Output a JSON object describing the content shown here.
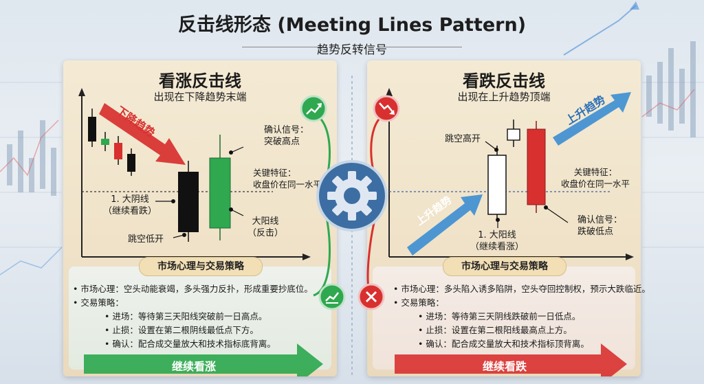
{
  "title": "反击线形态 (Meeting Lines Pattern)",
  "subtitle": "趋势反转信号",
  "left_panel": {
    "title": "看涨反击线",
    "subtitle": "出现在下降趋势末端",
    "trend_label": "下降趋势",
    "confirm_label": "确认信号：\n突破高点",
    "key_label": "关键特征：\n收盘价在同一水平",
    "candle1_label": "1. 大阴线\n（继续看跌）",
    "big_yang_label": "大阳线\n（反击）",
    "gap_label": "跳空低开",
    "box": {
      "heading": "市场心理与交易策略",
      "psychology": "• 市场心理：空头动能衰竭，多头强力反扑，形成重要抄底位。",
      "strategy_title": "• 交易策略：",
      "entry": "• 进场：等待第三天阳线突破前一日高点。",
      "stop": "• 止损：设置在第二根阴线最低点下方。",
      "confirm": "• 确认：配合成交量放大和技术指标底背离。"
    },
    "arrow_label": "继续看涨"
  },
  "right_panel": {
    "title": "看跌反击线",
    "subtitle": "出现在上升趋势顶端",
    "trend_top_label": "上升趋势",
    "trend_bottom_label": "上升趋势",
    "gap_label": "跳空高开",
    "key_label": "关键特征：\n收盘价在同一水平",
    "confirm_label": "确认信号：\n跌破低点",
    "candle1_label": "1. 大阳线\n（继续看涨）",
    "box": {
      "heading": "市场心理与交易策略",
      "psychology": "• 市场心理：多头陷入诱多陷阱，空头夺回控制权，预示大跌临近。",
      "strategy_title": "• 交易策略：",
      "entry": "• 进场：等待第三天阴线跌破前一日低点。",
      "stop": "• 止损：设置在第二根阳线最高点上方。",
      "confirm": "• 确认：配合成交量放大和技术指标顶背离。"
    },
    "arrow_label": "继续看跌"
  },
  "colors": {
    "bull": "#2fa84f",
    "bear": "#d8302f",
    "accent_blue": "#3f8fd2",
    "parchment": "#f1e5cb"
  },
  "icons": {
    "left_top": "trend-up-icon",
    "left_bottom": "check-trend-icon",
    "right_top": "trend-down-icon",
    "right_bottom": "close-icon",
    "center": "gear-icon"
  }
}
